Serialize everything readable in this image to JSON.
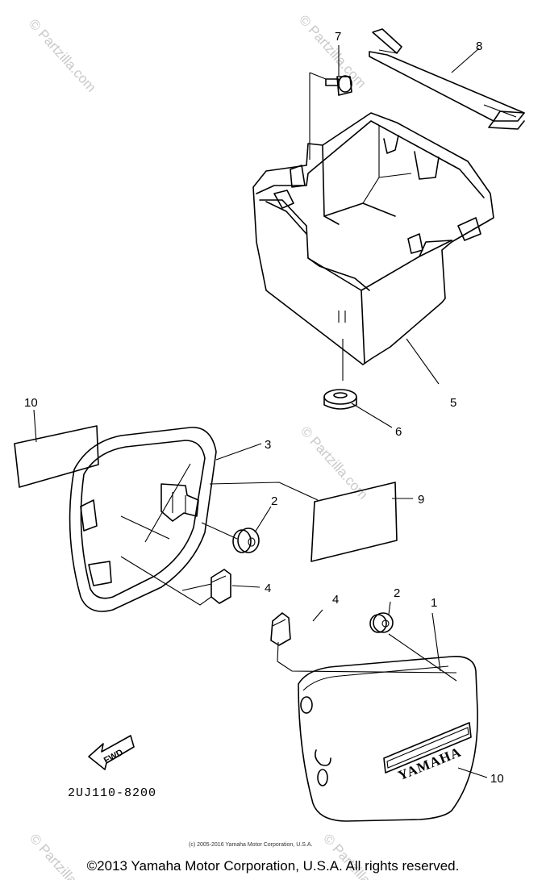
{
  "callouts": [
    {
      "id": "7",
      "label": "7"
    },
    {
      "id": "8",
      "label": "8"
    },
    {
      "id": "5",
      "label": "5"
    },
    {
      "id": "6",
      "label": "6"
    },
    {
      "id": "10a",
      "label": "10"
    },
    {
      "id": "3",
      "label": "3"
    },
    {
      "id": "2a",
      "label": "2"
    },
    {
      "id": "9",
      "label": "9"
    },
    {
      "id": "4a",
      "label": "4"
    },
    {
      "id": "4b",
      "label": "4"
    },
    {
      "id": "2b",
      "label": "2"
    },
    {
      "id": "1",
      "label": "1"
    },
    {
      "id": "10b",
      "label": "10"
    }
  ],
  "labels": {
    "fwd": "FWD",
    "emblem": "YAMAHA",
    "part_code": "2UJ110-8200",
    "small_copyright": "(c) 2005-2016 Yamaha Motor Corporation, U.S.A.",
    "footer": "©2013 Yamaha Motor Corporation, U.S.A. All rights reserved."
  },
  "watermark": "© Partzilla.com"
}
